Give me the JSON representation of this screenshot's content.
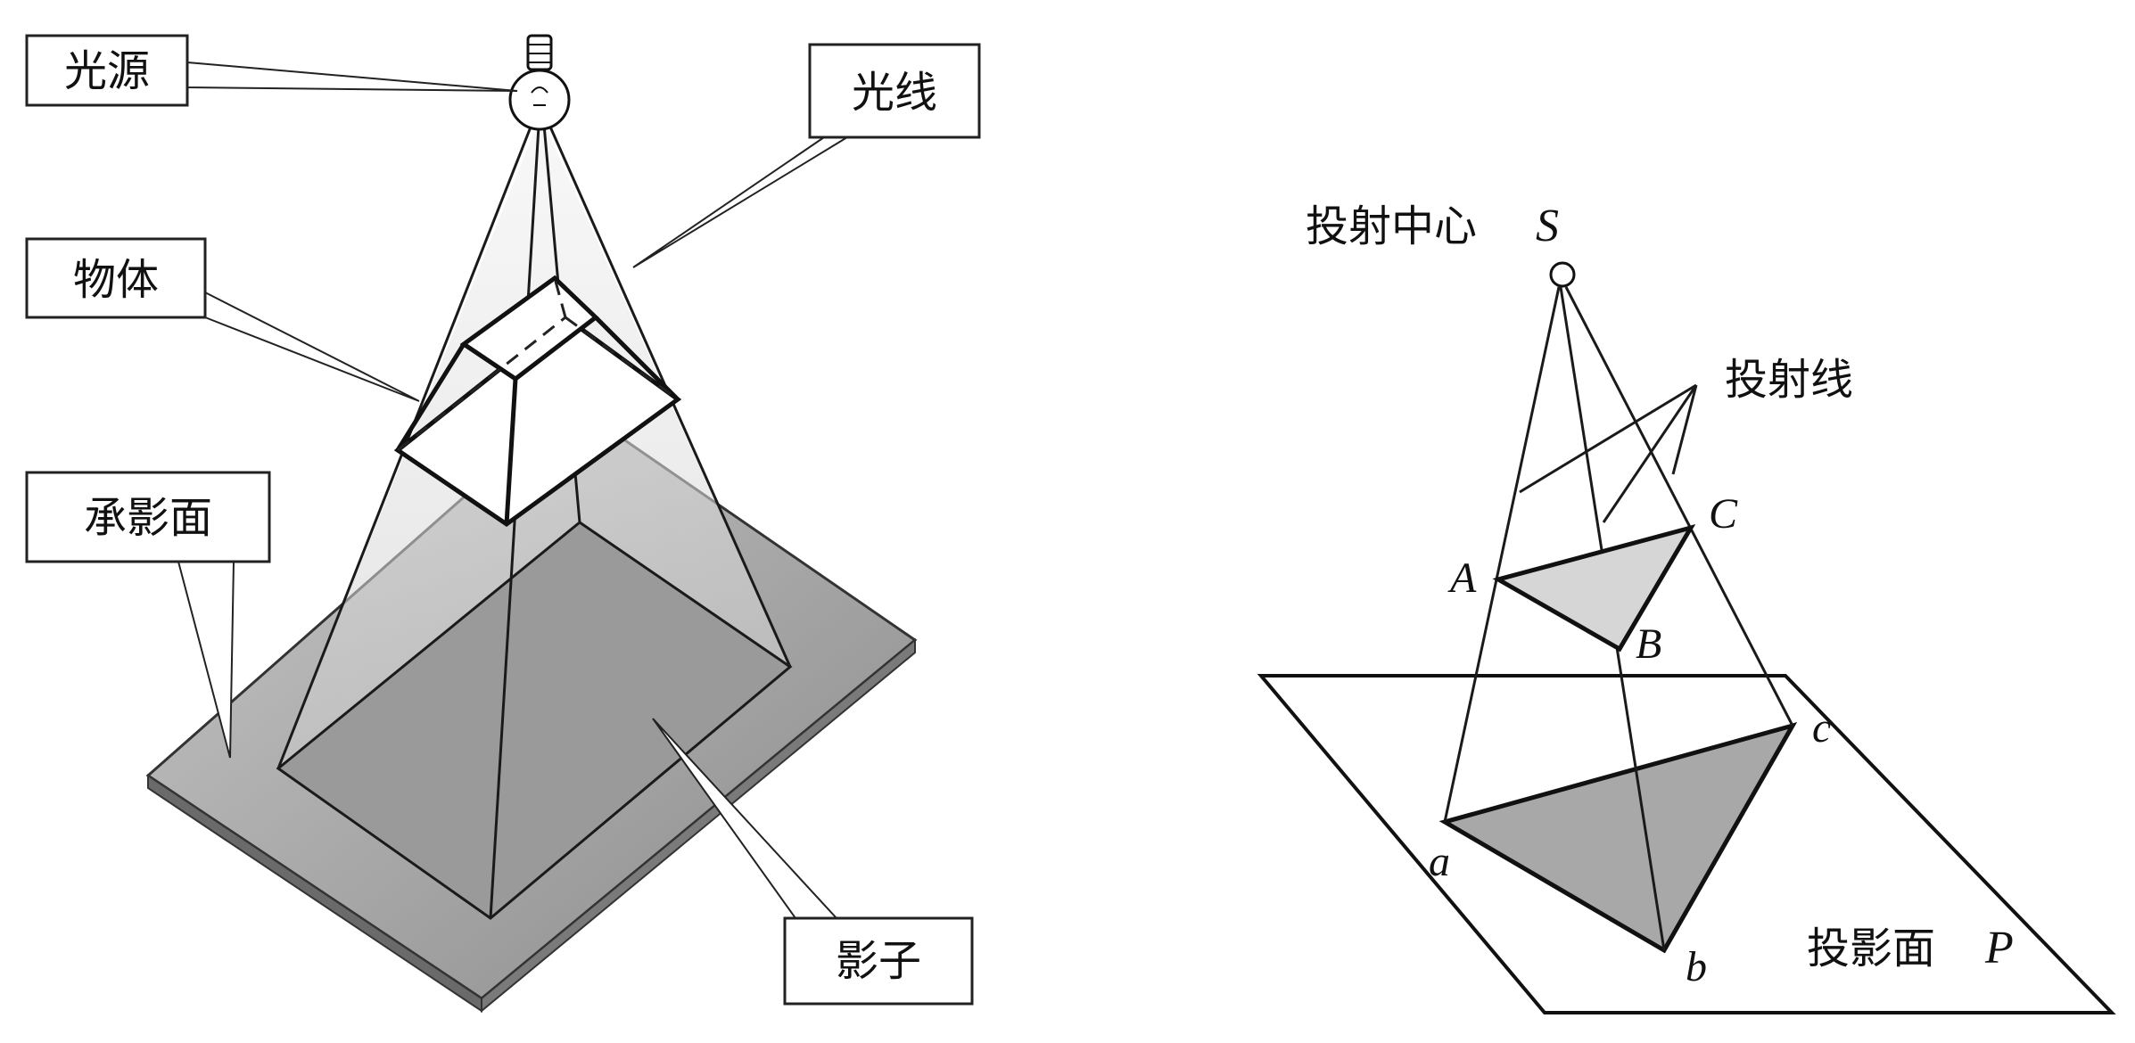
{
  "left_figure": {
    "callouts": {
      "light_source": "光源",
      "light_ray": "光线",
      "object": "物体",
      "receiving_surface": "承影面",
      "shadow": "影子"
    }
  },
  "right_figure": {
    "projection_center": {
      "text": "投射中心",
      "symbol": "S"
    },
    "projection_lines": "投射线",
    "vertices_upper": [
      "A",
      "B",
      "C"
    ],
    "vertices_lower": [
      "a",
      "b",
      "c"
    ],
    "projection_plane": {
      "text": "投影面",
      "symbol": "P"
    }
  }
}
